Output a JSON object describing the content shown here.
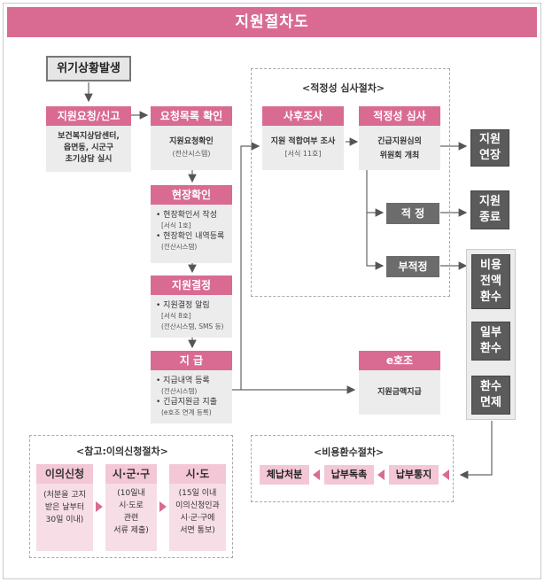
{
  "title": "지원절차도",
  "crisis": "위기상황발생",
  "request": {
    "head": "지원요청/신고",
    "body": "보건복지상담센터,\n읍면동, 시군구\n초기상담 실시"
  },
  "list_check": {
    "head": "요청목록 확인",
    "line1": "지원요청확인",
    "line2": "(전산시스템)"
  },
  "site_check": {
    "head": "현장확인",
    "b1": "현장확인서 작성",
    "b1s": "[서식 1호]",
    "b2": "현장확인 내역등록",
    "b2s": "(전산시스템)"
  },
  "decision": {
    "head": "지원결정",
    "b1": "지원결정 알림",
    "b1s": "[서식 8호]",
    "b1s2": "(전산시스템, SMS 등)"
  },
  "payment": {
    "head": "지 급",
    "b1": "지급내역 등록",
    "b1s": "(전산시스템)",
    "b2": "긴급지원금 지출",
    "b2s": "(e호조 연계 등록)"
  },
  "review_section": {
    "label": "<적정성 심사절차>"
  },
  "post_survey": {
    "head": "사후조사",
    "line1": "지원 적합여부 조사",
    "line2": "[서식 11호]"
  },
  "adequacy_review": {
    "head": "적정성 심사",
    "line1": "긴급지원심의",
    "line2": "위원회 개최"
  },
  "proper": "적 정",
  "improper": "부적정",
  "ehojo": {
    "head": "e호조",
    "body": "지원금액지급"
  },
  "side": {
    "extend": "지원\n연장",
    "end": "지원\n종료",
    "full_refund": "비용\n전액\n환수",
    "partial_refund": "일부\n환수",
    "exempt": "환수\n면제"
  },
  "refund_section": {
    "label": "<비용환수절차>",
    "s1": "납부통지",
    "s2": "납부독촉",
    "s3": "체납처분"
  },
  "appeal_section": {
    "label": "<참고:이의신청절차>",
    "c1_head": "이의신청",
    "c1_body": "(처분을 고지\n받은 날부터\n30일 이내)",
    "c2_head": "시·군·구",
    "c2_body": "(10일내\n시·도로\n관련\n서류 제출)",
    "c3_head": "시·도",
    "c3_body": "(15일 이내\n이의신청인과\n시·군·구에\n서면 통보)"
  },
  "colors": {
    "pink": "#d96b93",
    "pink_soft": "#f3c7d6",
    "gray_head": "#6c6c6c",
    "dark": "#5b5b5b",
    "body_gray": "#ececec"
  }
}
